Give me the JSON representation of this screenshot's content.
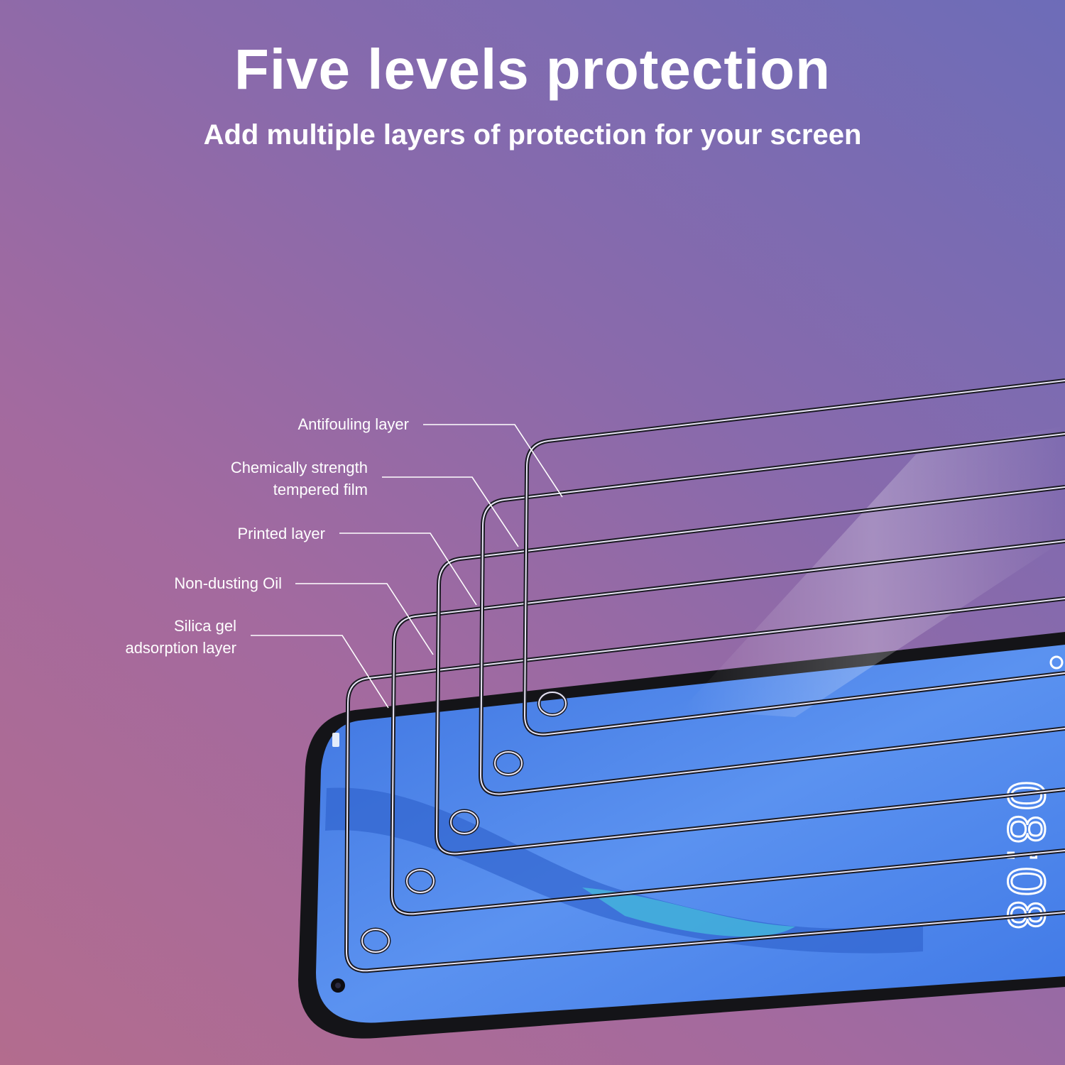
{
  "header": {
    "title": "Five levels protection",
    "subtitle": "Add multiple layers of protection for your screen"
  },
  "layers": [
    {
      "lines": [
        "Antifouling layer"
      ]
    },
    {
      "lines": [
        "Chemically strength",
        "tempered film"
      ]
    },
    {
      "lines": [
        "Printed layer"
      ]
    },
    {
      "lines": [
        "Non-dusting Oil"
      ]
    },
    {
      "lines": [
        "Silica gel",
        "adsorption layer"
      ]
    }
  ],
  "phone": {
    "clock": "08:08"
  },
  "colors": {
    "background_top": "#6d6cb8",
    "background_bottom": "#b36c8e",
    "screen_blue": "#4f86ea",
    "text": "#ffffff"
  }
}
